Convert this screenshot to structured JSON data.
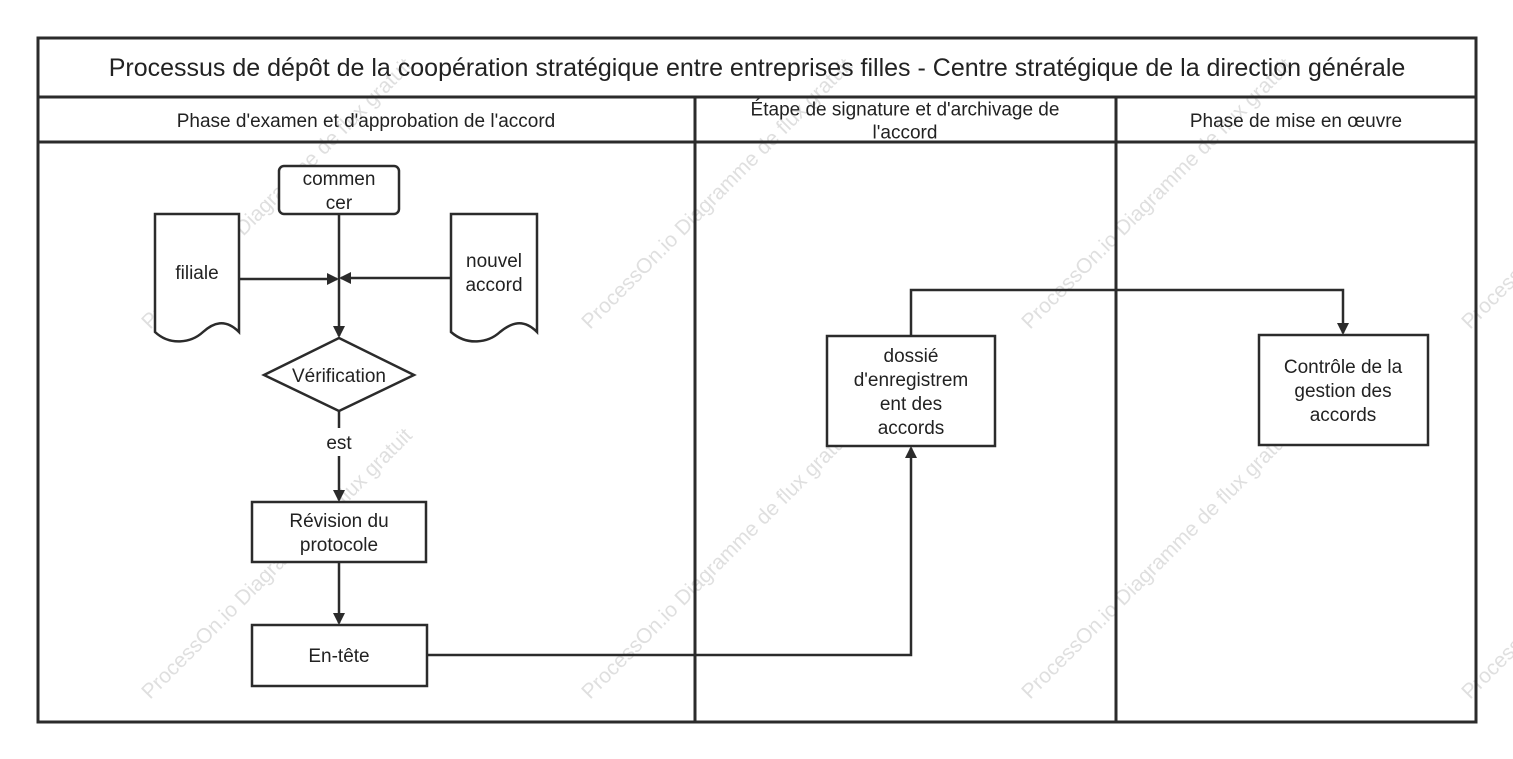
{
  "title": "Processus de dépôt de la coopération stratégique entre entreprises filles - Centre stratégique de la direction générale",
  "lanes": [
    {
      "label": [
        "Phase d'examen et d'approbation de l'accord"
      ]
    },
    {
      "label": [
        "Étape de signature et d'archivage de",
        "l'accord"
      ]
    },
    {
      "label": [
        "Phase de mise en œuvre"
      ]
    }
  ],
  "nodes": {
    "start": {
      "shape": "rounded-rect",
      "lines": [
        "commen",
        "cer"
      ]
    },
    "filiale": {
      "shape": "document",
      "lines": [
        "filiale"
      ]
    },
    "nouvel_accord": {
      "shape": "document",
      "lines": [
        "nouvel",
        "accord"
      ]
    },
    "verification": {
      "shape": "diamond",
      "lines": [
        "Vérification"
      ]
    },
    "revision": {
      "shape": "rect",
      "lines": [
        "Révision du",
        "protocole"
      ]
    },
    "en_tete": {
      "shape": "rect",
      "lines": [
        "En-tête"
      ]
    },
    "dossier": {
      "shape": "rect",
      "lines": [
        "dossié",
        "d'enregistrem",
        "ent des",
        "accords"
      ]
    },
    "controle": {
      "shape": "rect",
      "lines": [
        "Contrôle de la",
        "gestion des",
        "accords"
      ]
    }
  },
  "edges": [
    {
      "from": "start",
      "to": "verification",
      "label": ""
    },
    {
      "from": "filiale",
      "to": "verification",
      "label": ""
    },
    {
      "from": "nouvel_accord",
      "to": "verification",
      "label": ""
    },
    {
      "from": "verification",
      "to": "revision",
      "label": "est"
    },
    {
      "from": "revision",
      "to": "en_tete",
      "label": ""
    },
    {
      "from": "en_tete",
      "to": "dossier",
      "label": ""
    },
    {
      "from": "dossier",
      "to": "controle",
      "label": ""
    }
  ],
  "watermark": "ProcessOn.io Diagramme de flux gratuit",
  "colors": {
    "stroke": "#2b2b2b",
    "text": "#222222",
    "background": "#ffffff",
    "watermark": "#b9b9b9"
  }
}
